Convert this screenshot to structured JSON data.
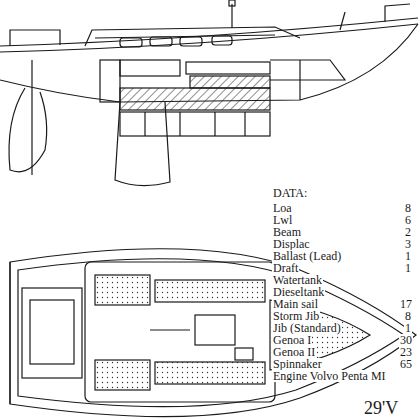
{
  "diagram": {
    "title": "29'V",
    "labels": [
      "DATA:",
      "Loa",
      "8",
      "Lwl",
      "6",
      "Beam",
      "2",
      "Displac",
      "3",
      "Ballast (Lead)",
      "1",
      "Draft",
      "1",
      "Watertank",
      "Dieseltank",
      "Main sail",
      "17",
      "Storm Jib",
      "8",
      "Jib (Standard)",
      "1",
      "Genoa I",
      "30",
      "Genoa II",
      "23",
      "Spinnaker",
      "65",
      "Engine Volvo Penta MI"
    ]
  }
}
